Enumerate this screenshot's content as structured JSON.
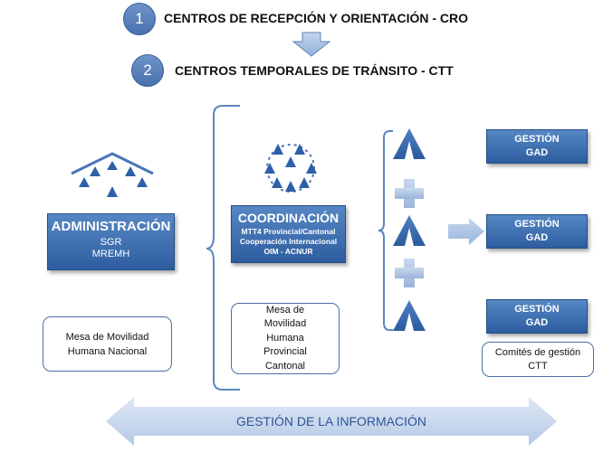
{
  "steps": [
    {
      "number": "1",
      "title": "CENTROS DE RECEPCIÓN Y ORIENTACIÓN - CRO"
    },
    {
      "number": "2",
      "title": "CENTROS TEMPORALES DE TRÁNSITO - CTT"
    }
  ],
  "administracion": {
    "title": "ADMINISTRACIÓN",
    "line1": "SGR",
    "line2": "MREMH"
  },
  "coordinacion": {
    "title": "COORDINACIÓN",
    "line1": "MTT4 Provincial/Cantonal",
    "line2": "Cooperación Internacional",
    "line3": "OIM - ACNUR"
  },
  "mesa_nacional": {
    "line1": "Mesa de Movilidad",
    "line2": "Humana Nacional"
  },
  "mesa_provincial": {
    "line1": "Mesa de",
    "line2": "Movilidad",
    "line3": "Humana",
    "line4": "Provincial",
    "line5": "Cantonal"
  },
  "gestion_boxes": [
    {
      "line1": "GESTIÓN",
      "line2": "GAD"
    },
    {
      "line1": "GESTIÓN",
      "line2": "GAD"
    },
    {
      "line1": "GESTIÓN",
      "line2": "GAD"
    }
  ],
  "comites": {
    "line1": "Comités de gestión",
    "line2": "CTT"
  },
  "info_arrow": {
    "label": "GESTIÓN DE LA INFORMACIÓN"
  },
  "icons": [
    "down-arrow-icon",
    "roof-tents-icon",
    "tent-circle-icon",
    "tent-icon",
    "plus-icon",
    "right-arrow-icon",
    "double-arrow-icon"
  ]
}
